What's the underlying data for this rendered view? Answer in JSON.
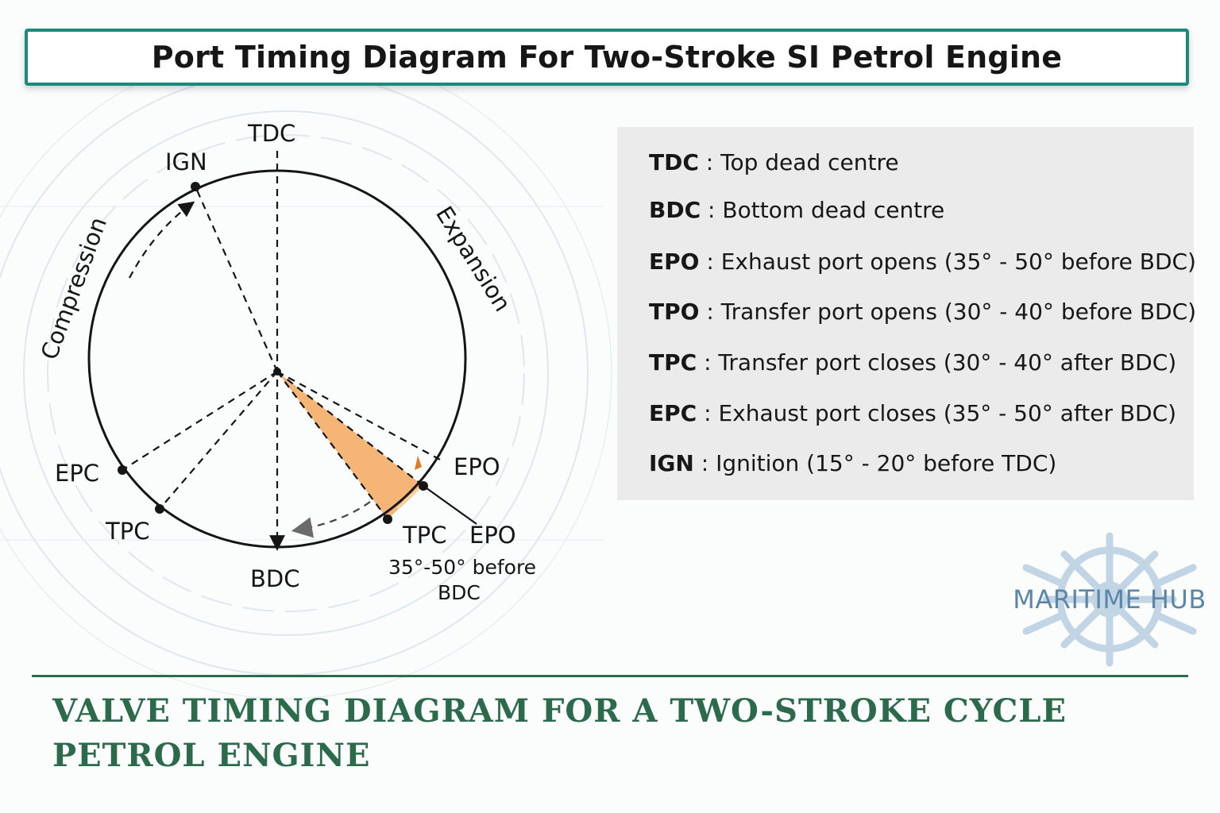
{
  "title": "Port Timing Diagram For Two-Stroke SI Petrol Engine",
  "diagram": {
    "labels": {
      "tdc": "TDC",
      "bdc": "BDC",
      "ign": "IGN",
      "epc": "EPC",
      "tpc_left": "TPC",
      "epo_right": "EPO",
      "tpc_bottom": "TPC",
      "epo_bottom": "EPO",
      "epo_note_line1": "35°-50° before",
      "epo_note_line2": "BDC",
      "compression": "Compression",
      "expansion": "Expansion"
    },
    "colors": {
      "line": "#151515",
      "shaded_sector": "#f2a85e",
      "marker": "#e07a22",
      "arrow_head": "#6b6b6b"
    }
  },
  "legend": [
    {
      "abbr": "TDC",
      "text": ": Top dead centre"
    },
    {
      "abbr": "BDC",
      "text": ": Bottom dead centre"
    },
    {
      "abbr": "EPO",
      "text": ": Exhaust port opens (35° - 50° before BDC)"
    },
    {
      "abbr": "TPO",
      "text": ": Transfer port opens (30° - 40° before BDC)"
    },
    {
      "abbr": "TPC",
      "text": ": Transfer port closes (30° - 40° after BDC)"
    },
    {
      "abbr": "EPC",
      "text": ": Exhaust port closes (35° - 50° after BDC)"
    },
    {
      "abbr": "IGN",
      "text": ": Ignition (15° - 20° before TDC)"
    }
  ],
  "logo": {
    "text": "MARITIME HUB",
    "icon": "ship-wheel-icon",
    "color": "#5b86a8"
  },
  "footer": {
    "line1": "VALVE TIMING DIAGRAM FOR A TWO-STROKE CYCLE",
    "line2": "PETROL ENGINE",
    "color": "#2c6a4c"
  },
  "colors": {
    "title_border": "#1b8a7e",
    "legend_background": "#ebebeb",
    "rule": "#2d6b4f"
  }
}
